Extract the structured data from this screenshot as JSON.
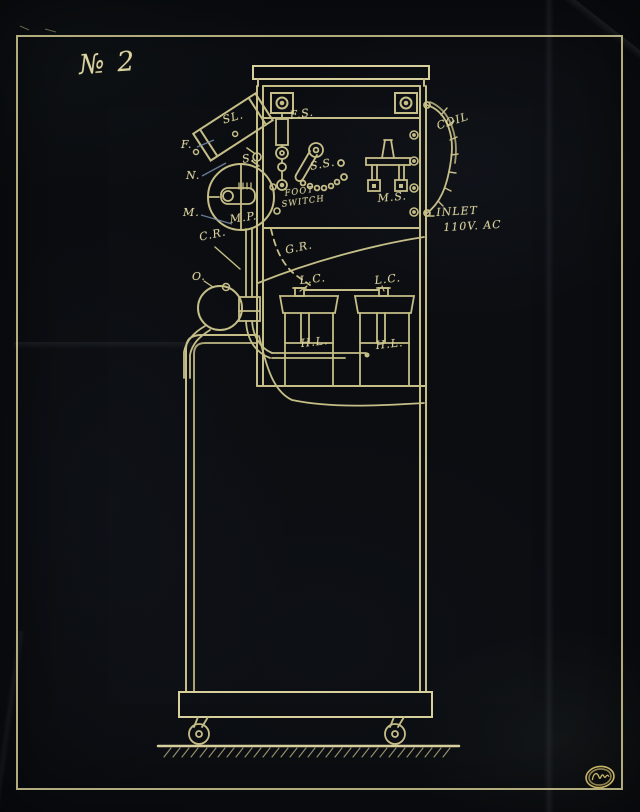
{
  "document": {
    "number": "№ 2"
  },
  "palette": {
    "paper": "#0b0d11",
    "line": "#d6cd92",
    "bright_line": "#e9e0a8",
    "leader_blue": "#7e96b5",
    "stamp_gold": "#c9b567",
    "border": "#d8d096"
  },
  "labels": {
    "no2": "№ 2",
    "sl": "SL.",
    "s": "S.",
    "f": "F.",
    "n": "N.",
    "m": "M.",
    "fs": "F.S.",
    "ss": "S.S.",
    "foot": "FOOT",
    "switch": "SWITCH",
    "ms": "M.S.",
    "coil": "COIL",
    "inlet": "INLET",
    "volts": "110V. AC",
    "mp": "M.P.",
    "cr": "C.R.",
    "gr": "G.R.",
    "o": "O.",
    "lc_left": "L.C.",
    "lc_right": "L.C.",
    "hl_left": "H.L.",
    "hl_right": "H.L."
  }
}
